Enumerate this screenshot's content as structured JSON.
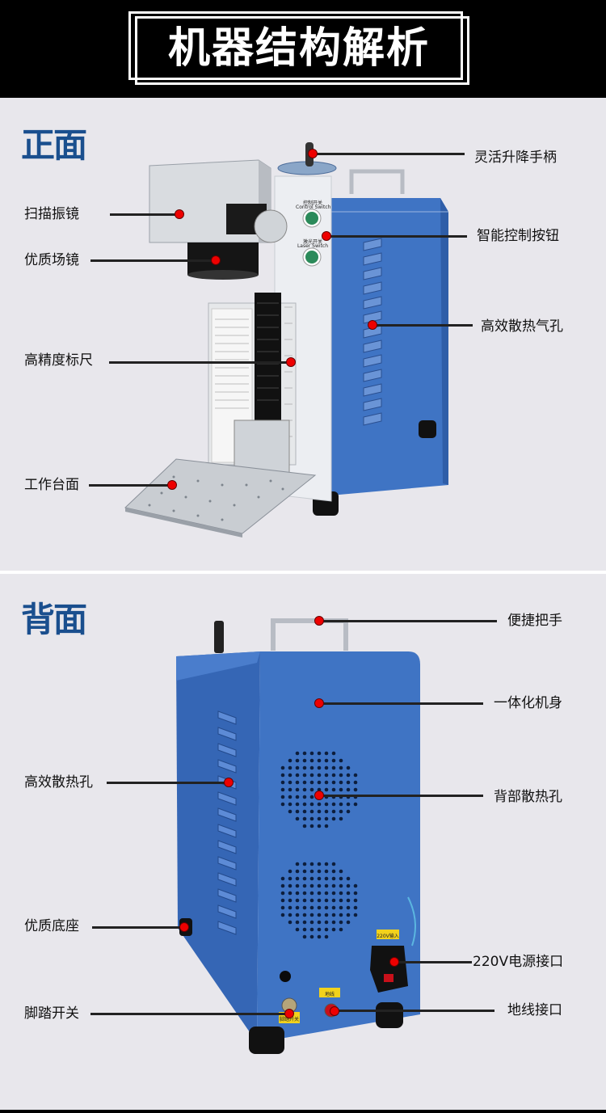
{
  "header": {
    "title": "机器结构解析"
  },
  "front": {
    "title": "正面",
    "panel_text": {
      "control_switch_cn": "控制开关",
      "control_switch_en": "Control Switch",
      "laser_switch_cn": "激光开关",
      "laser_switch_en": "Laser Switch"
    },
    "callouts": [
      {
        "label": "灵活升降手柄"
      },
      {
        "label": "扫描振镜"
      },
      {
        "label": "智能控制按钮"
      },
      {
        "label": "优质场镜"
      },
      {
        "label": "高效散热气孔"
      },
      {
        "label": "高精度标尺"
      },
      {
        "label": "工作台面"
      }
    ]
  },
  "back": {
    "title": "背面",
    "panel_text": {
      "power_input": "220V输入",
      "ground": "地线",
      "foot_switch": "脚踏开关"
    },
    "callouts": [
      {
        "label": "便捷把手"
      },
      {
        "label": "一体化机身"
      },
      {
        "label": "高效散热孔"
      },
      {
        "label": "背部散热孔"
      },
      {
        "label": "优质底座"
      },
      {
        "label": "220V电源接口"
      },
      {
        "label": "脚踏开关"
      },
      {
        "label": "地线接口"
      }
    ]
  },
  "colors": {
    "accent_blue": "#1a4f8e",
    "machine_blue": "#3f74c4",
    "dot_red": "#e00000"
  }
}
